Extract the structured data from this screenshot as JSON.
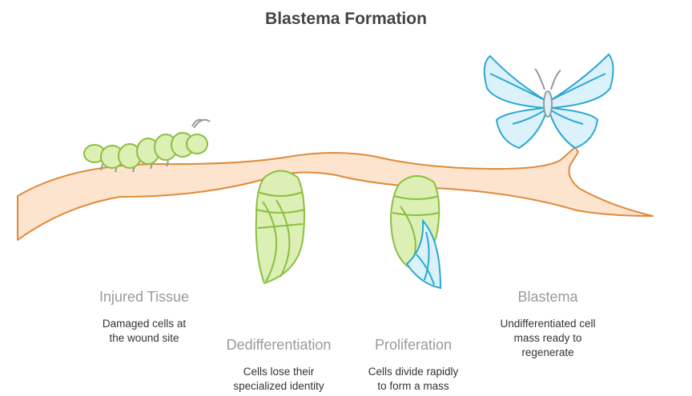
{
  "title": "Blastema Formation",
  "stages": [
    {
      "label": "Injured Tissue",
      "desc": [
        "Damaged cells at",
        "the wound site"
      ]
    },
    {
      "label": "Dedifferentiation",
      "desc": [
        "Cells lose their",
        "specialized identity"
      ]
    },
    {
      "label": "Proliferation",
      "desc": [
        "Cells divide rapidly",
        "to form a mass"
      ]
    },
    {
      "label": "Blastema",
      "desc": [
        "Undifferentiated cell",
        "mass ready to",
        "regenerate"
      ]
    }
  ],
  "colors": {
    "branch_fill": "#fde4cf",
    "branch_stroke": "#e0893a",
    "green_fill": "#dcefb5",
    "green_stroke": "#8cbf3f",
    "blue_fill": "#dcf2fa",
    "blue_stroke": "#2aa8d5"
  }
}
